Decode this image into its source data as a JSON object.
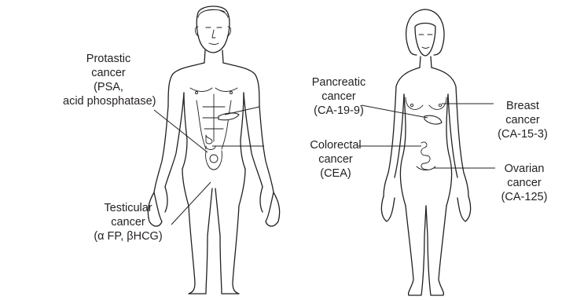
{
  "labels": {
    "prostatic": [
      "Protastic",
      "cancer",
      "(PSA,",
      "acid phosphatase)"
    ],
    "testicular": [
      "Testicular",
      "cancer",
      "(α FP, βHCG)"
    ],
    "pancreatic": [
      "Pancreatic",
      "cancer",
      "(CA-19-9)"
    ],
    "colorectal": [
      "Colorectal",
      "cancer",
      "(CEA)"
    ],
    "breast": [
      "Breast",
      "cancer",
      "(CA-15-3)"
    ],
    "ovarian": [
      "Ovarian",
      "cancer",
      "(CA-125)"
    ]
  },
  "figures": [
    "male-body-outline",
    "female-body-outline"
  ],
  "colors": {
    "ink": "#231f20",
    "background": "#ffffff"
  }
}
